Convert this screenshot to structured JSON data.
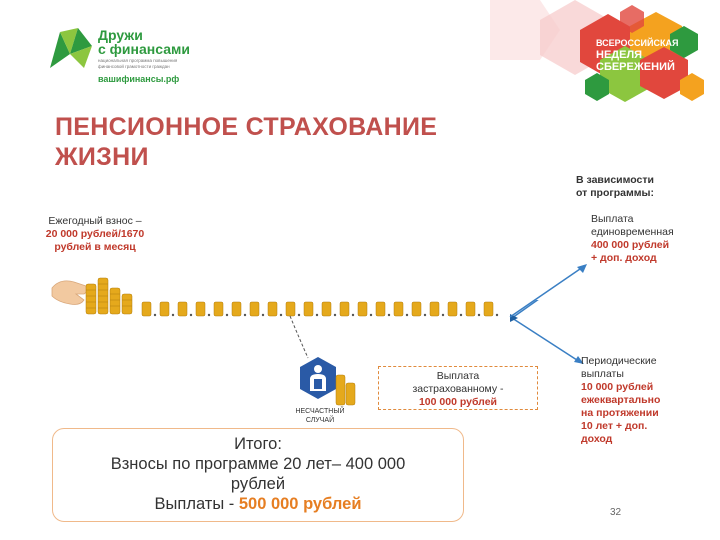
{
  "logo": {
    "title": "Дружи\nс финансами",
    "tagline": "национальная программа повышения финансовой грамотности граждан",
    "site": "вашифинансы.рф"
  },
  "badge": {
    "line1": "ВСЕРОССИЙСКАЯ",
    "line2": "НЕДЕЛЯ",
    "line3": "СБЕРЕЖЕНИЙ"
  },
  "title": {
    "line1": "ПЕНСИОННОЕ СТРАХОВАНИЕ",
    "line2": "ЖИЗНИ"
  },
  "contribution": {
    "line1": "Ежегодный взнос –",
    "line2": "20 000 рублей/1670",
    "line3": "рублей в месяц"
  },
  "dependence": {
    "line1": "В зависимости",
    "line2": "от программы:"
  },
  "lump_sum": {
    "line1": "Выплата",
    "line2": "единовременная",
    "line3": "400 000 рублей",
    "line4": "+ доп. доход"
  },
  "periodic": {
    "line1": "Периодические",
    "line2": "выплаты",
    "line3": "10 000 рублей",
    "line4": "ежеквартально",
    "line5": "на протяжении",
    "line6": "10 лет + доп.",
    "line7": "доход"
  },
  "insured_payment": {
    "line1": "Выплата",
    "line2": "застрахованному -",
    "line3": "100 000 рублей"
  },
  "accident": {
    "line1": "НЕСЧАСТНЫЙ",
    "line2": "СЛУЧАЙ"
  },
  "summary": {
    "line1": "Итого:",
    "line2": "Взносы по программе 20 лет– 400 000",
    "line3": "рублей",
    "line4_prefix": "Выплаты - ",
    "line4_value": "500 000 рублей"
  },
  "page_number": "32",
  "colors": {
    "accent_red": "#c0392b",
    "title_red": "#c0504d",
    "brand_green": "#2e9a3f",
    "orange": "#e67e22",
    "arrow_blue": "#3a7fc4"
  }
}
